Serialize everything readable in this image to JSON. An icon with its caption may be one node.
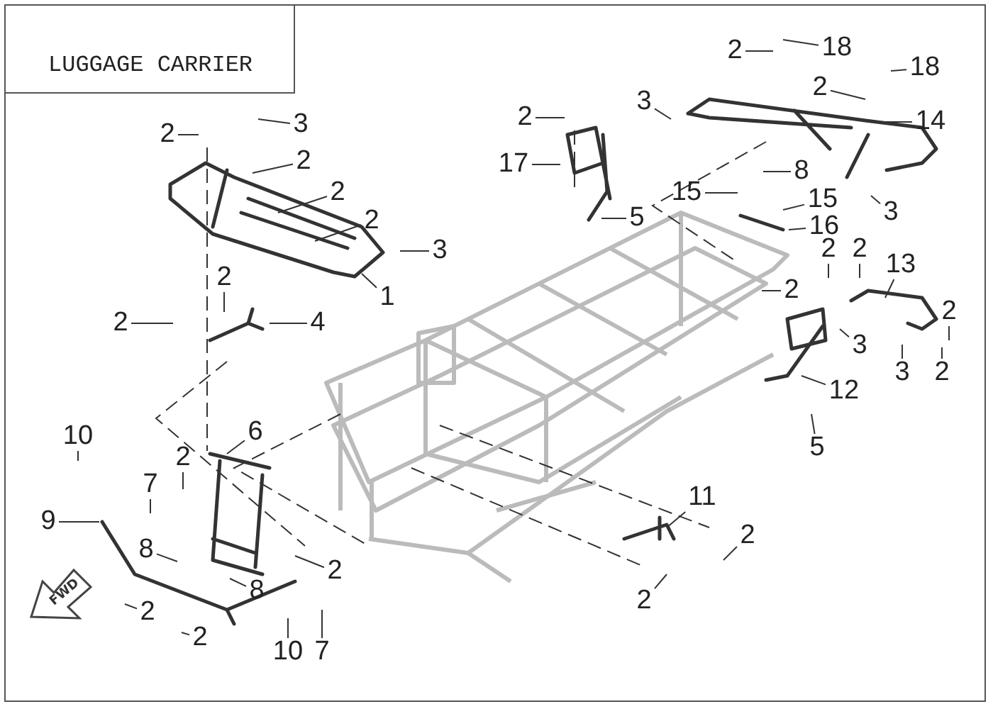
{
  "diagram": {
    "title": "LUGGAGE CARRIER",
    "nodes": [
      {
        "text": [
          "2"
        ]
      },
      {
        "text": [
          "3"
        ]
      },
      {
        "text": [
          "2"
        ]
      },
      {
        "text": [
          "2"
        ]
      },
      {
        "text": [
          "2"
        ]
      },
      {
        "text": [
          "3"
        ]
      },
      {
        "text": [
          "1"
        ]
      },
      {
        "text": [
          "2"
        ]
      },
      {
        "text": [
          "2"
        ]
      },
      {
        "text": [
          "4"
        ]
      },
      {
        "text": [
          "10"
        ]
      },
      {
        "text": [
          "6"
        ]
      },
      {
        "text": [
          "2"
        ]
      },
      {
        "text": [
          "7"
        ]
      },
      {
        "text": [
          "9"
        ]
      },
      {
        "text": [
          "8"
        ]
      },
      {
        "text": [
          "2"
        ]
      },
      {
        "text": [
          "8"
        ]
      },
      {
        "text": [
          "2"
        ]
      },
      {
        "text": [
          "2"
        ]
      },
      {
        "text": [
          "10"
        ]
      },
      {
        "text": [
          "7"
        ]
      },
      {
        "text": [
          "2"
        ]
      },
      {
        "text": [
          "18"
        ]
      },
      {
        "text": [
          "2"
        ]
      },
      {
        "text": [
          "18"
        ]
      },
      {
        "text": [
          "14"
        ]
      },
      {
        "text": [
          "3"
        ]
      },
      {
        "text": [
          "2"
        ]
      },
      {
        "text": [
          "17"
        ]
      },
      {
        "text": [
          "8"
        ]
      },
      {
        "text": [
          "15"
        ]
      },
      {
        "text": [
          "15"
        ]
      },
      {
        "text": [
          "5"
        ]
      },
      {
        "text": [
          "16"
        ]
      },
      {
        "text": [
          "3"
        ]
      },
      {
        "text": [
          "2"
        ]
      },
      {
        "text": [
          "2"
        ]
      },
      {
        "text": [
          "13"
        ]
      },
      {
        "text": [
          "2"
        ]
      },
      {
        "text": [
          "2"
        ]
      },
      {
        "text": [
          "3"
        ]
      },
      {
        "text": [
          "3"
        ]
      },
      {
        "text": [
          "2"
        ]
      },
      {
        "text": [
          "12"
        ]
      },
      {
        "text": [
          "5"
        ]
      },
      {
        "text": [
          "11"
        ]
      },
      {
        "text": [
          "2"
        ]
      },
      {
        "text": [
          "2"
        ]
      }
    ],
    "edges": [
      {
        "from": 0,
        "to": null,
        "arrow": "none"
      },
      {
        "from": 1,
        "to": null,
        "arrow": "none"
      },
      {
        "from": 2,
        "to": null,
        "arrow": "none"
      },
      {
        "from": 3,
        "to": null,
        "arrow": "none"
      },
      {
        "from": 4,
        "to": null,
        "arrow": "none"
      },
      {
        "from": 5,
        "to": null,
        "arrow": "none"
      },
      {
        "from": 6,
        "to": null,
        "arrow": "none"
      },
      {
        "from": 7,
        "to": null,
        "arrow": "none"
      },
      {
        "from": 8,
        "to": null,
        "arrow": "none"
      },
      {
        "from": 9,
        "to": null,
        "arrow": "none"
      },
      {
        "from": 10,
        "to": null,
        "arrow": "none"
      },
      {
        "from": 11,
        "to": null,
        "arrow": "none"
      },
      {
        "from": 12,
        "to": null,
        "arrow": "none"
      },
      {
        "from": 13,
        "to": null,
        "arrow": "none"
      },
      {
        "from": 14,
        "to": null,
        "arrow": "none"
      },
      {
        "from": 15,
        "to": null,
        "arrow": "none"
      },
      {
        "from": 16,
        "to": null,
        "arrow": "none"
      },
      {
        "from": 17,
        "to": null,
        "arrow": "none"
      },
      {
        "from": 18,
        "to": null,
        "arrow": "none"
      },
      {
        "from": 19,
        "to": null,
        "arrow": "none"
      },
      {
        "from": 20,
        "to": null,
        "arrow": "none"
      },
      {
        "from": 21,
        "to": null,
        "arrow": "none"
      },
      {
        "from": 22,
        "to": null,
        "arrow": "none"
      },
      {
        "from": 23,
        "to": null,
        "arrow": "none"
      },
      {
        "from": 24,
        "to": null,
        "arrow": "none"
      },
      {
        "from": 25,
        "to": null,
        "arrow": "none"
      },
      {
        "from": 26,
        "to": null,
        "arrow": "none"
      },
      {
        "from": 27,
        "to": null,
        "arrow": "none"
      },
      {
        "from": 28,
        "to": null,
        "arrow": "none"
      },
      {
        "from": 29,
        "to": null,
        "arrow": "none"
      },
      {
        "from": 30,
        "to": null,
        "arrow": "none"
      },
      {
        "from": 31,
        "to": null,
        "arrow": "none"
      },
      {
        "from": 32,
        "to": null,
        "arrow": "none"
      },
      {
        "from": 33,
        "to": null,
        "arrow": "none"
      },
      {
        "from": 34,
        "to": null,
        "arrow": "none"
      },
      {
        "from": 35,
        "to": null,
        "arrow": "none"
      },
      {
        "from": 36,
        "to": null,
        "arrow": "none"
      },
      {
        "from": 37,
        "to": null,
        "arrow": "none"
      },
      {
        "from": 38,
        "to": null,
        "arrow": "none"
      },
      {
        "from": 39,
        "to": null,
        "arrow": "none"
      },
      {
        "from": 40,
        "to": null,
        "arrow": "none"
      },
      {
        "from": 41,
        "to": null,
        "arrow": "none"
      },
      {
        "from": 42,
        "to": null,
        "arrow": "none"
      },
      {
        "from": 43,
        "to": null,
        "arrow": "none"
      },
      {
        "from": 44,
        "to": null,
        "arrow": "none"
      },
      {
        "from": 45,
        "to": null,
        "arrow": "none"
      },
      {
        "from": 46,
        "to": null,
        "arrow": "none"
      },
      {
        "from": 47,
        "to": null,
        "arrow": "none"
      },
      {
        "from": 48,
        "to": null,
        "arrow": "none"
      }
    ],
    "labels": [
      "FWD"
    ]
  }
}
